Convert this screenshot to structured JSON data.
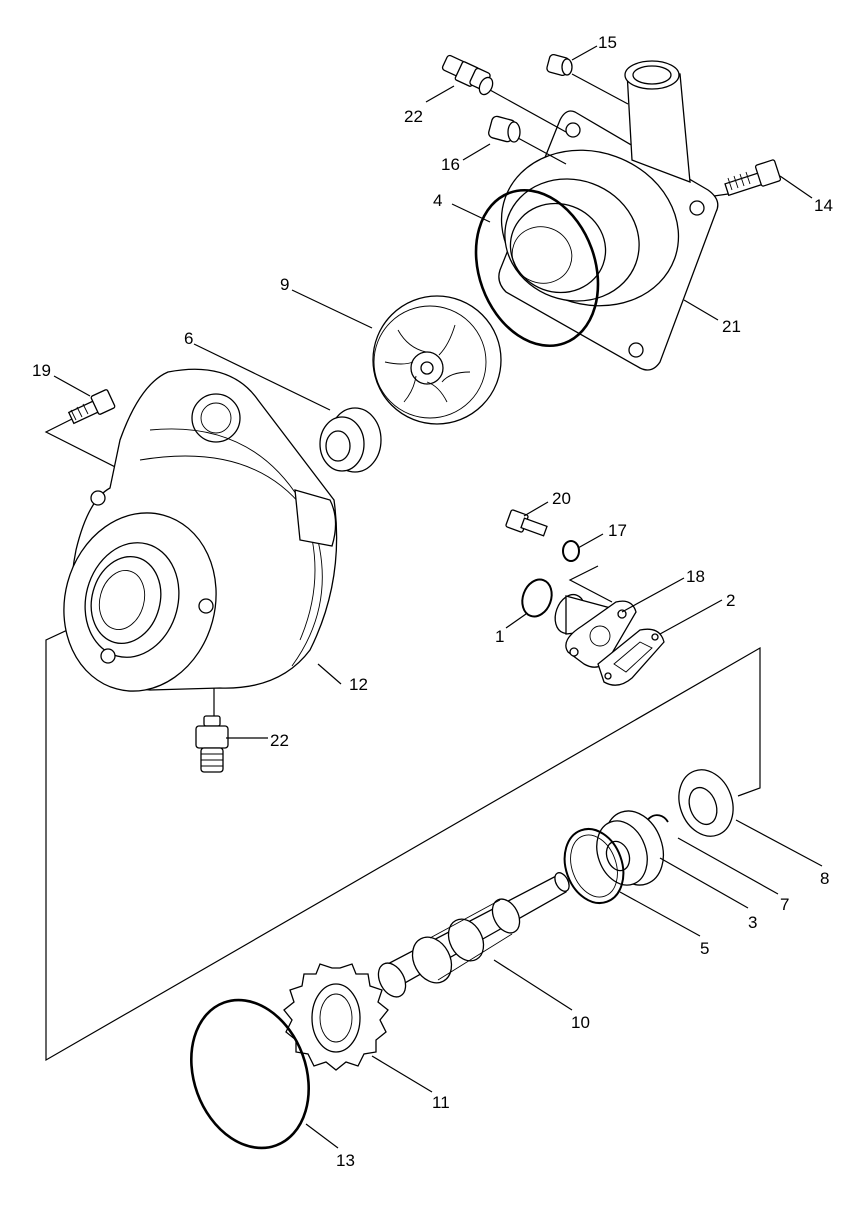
{
  "diagram": {
    "callouts": {
      "c1": "1",
      "c2": "2",
      "c3": "3",
      "c4": "4",
      "c5": "5",
      "c6": "6",
      "c7": "7",
      "c8": "8",
      "c9": "9",
      "c10": "10",
      "c11": "11",
      "c12": "12",
      "c13": "13",
      "c14": "14",
      "c15": "15",
      "c16": "16",
      "c17": "17",
      "c18": "18",
      "c19": "19",
      "c20": "20",
      "c21": "21",
      "c22a": "22",
      "c22b": "22"
    }
  }
}
